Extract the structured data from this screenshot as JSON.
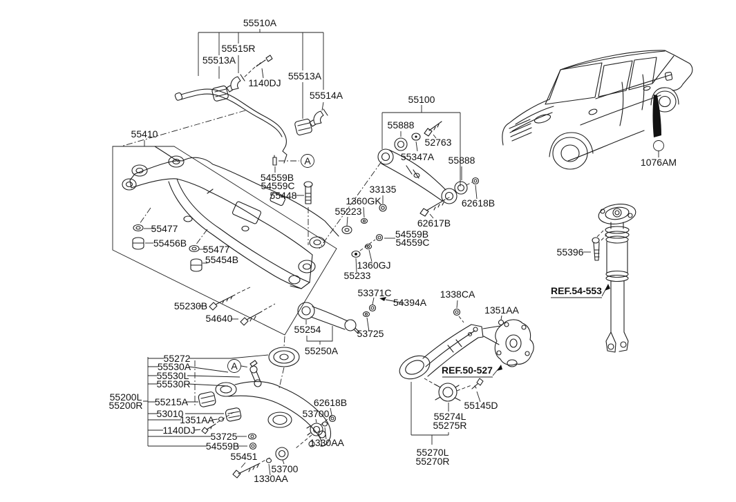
{
  "diagram": {
    "description": "Rear suspension control arm parts diagram",
    "colors": {
      "background": "#ffffff",
      "line": "#1c1c1c",
      "text": "#111111"
    },
    "detail_marker": "A",
    "callouts": {
      "stabilizer_bar": [
        "55510A",
        "55515R",
        "55513A",
        "1140DJ",
        "55513A",
        "55514A"
      ],
      "crossmember": [
        "55410",
        "54559B",
        "54559C",
        "55448",
        "55477",
        "55456B",
        "55477",
        "55454B",
        "55230B",
        "54640"
      ],
      "assist_arm": [
        "55100",
        "55888",
        "52763",
        "55347A",
        "55888",
        "62618B",
        "62617B"
      ],
      "fasteners_mid": [
        "33135",
        "1360GK",
        "55223",
        "54559B",
        "54559C",
        "1360GJ",
        "55233"
      ],
      "rear_arm": [
        "53371C",
        "54394A",
        "55254",
        "53725",
        "55250A"
      ],
      "lower_arm": [
        "55272",
        "55530A",
        "55530L",
        "55530R",
        "55200L",
        "55200R",
        "55215A",
        "53010",
        "1351AA",
        "1140DJ",
        "53725",
        "54559B",
        "55451",
        "62618B",
        "53700",
        "1330AA",
        "53700",
        "1330AA"
      ],
      "trailing_arm": [
        "1338CA",
        "1351AA",
        "REF.50-527",
        "55145D",
        "55274L",
        "55275R",
        "55270L",
        "55270R"
      ],
      "shock_absorber": [
        "55396",
        "REF.54-553"
      ],
      "vehicle": [
        "1076AM"
      ]
    }
  }
}
